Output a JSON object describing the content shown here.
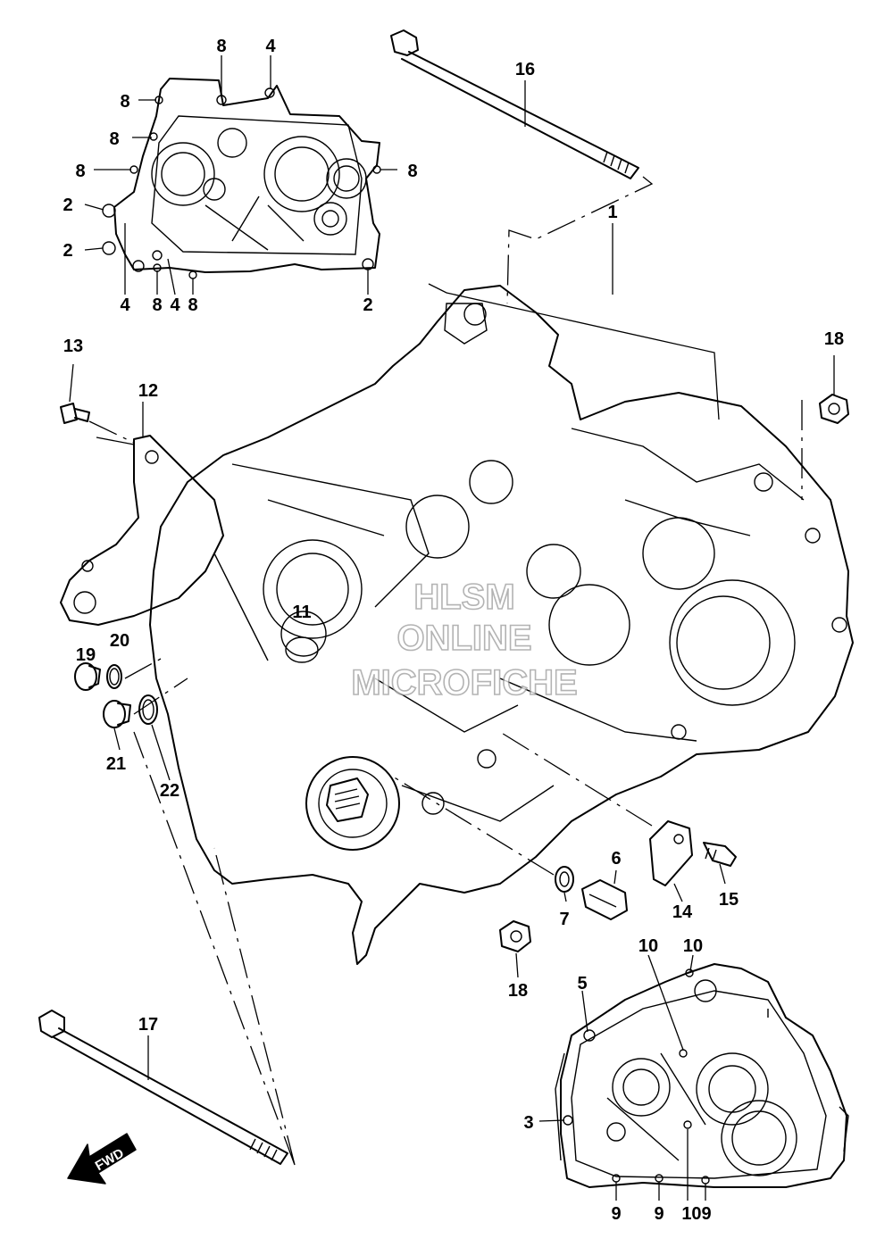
{
  "callouts": {
    "c1": "1",
    "c2": "2",
    "c3": "3",
    "c4": "4",
    "c5": "5",
    "c6": "6",
    "c7": "7",
    "c8": "8",
    "c9": "9",
    "c10": "10",
    "c109": "109",
    "c11": "11",
    "c12": "12",
    "c13": "13",
    "c14": "14",
    "c15": "15",
    "c16": "16",
    "c17": "17",
    "c18": "18",
    "c19": "19",
    "c20": "20",
    "c21": "21",
    "c22": "22"
  },
  "watermark": {
    "line1": "HLSM",
    "line2": "ONLINE",
    "line3": "MICROFICHE"
  },
  "direction_arrow": {
    "label": "FWD"
  }
}
